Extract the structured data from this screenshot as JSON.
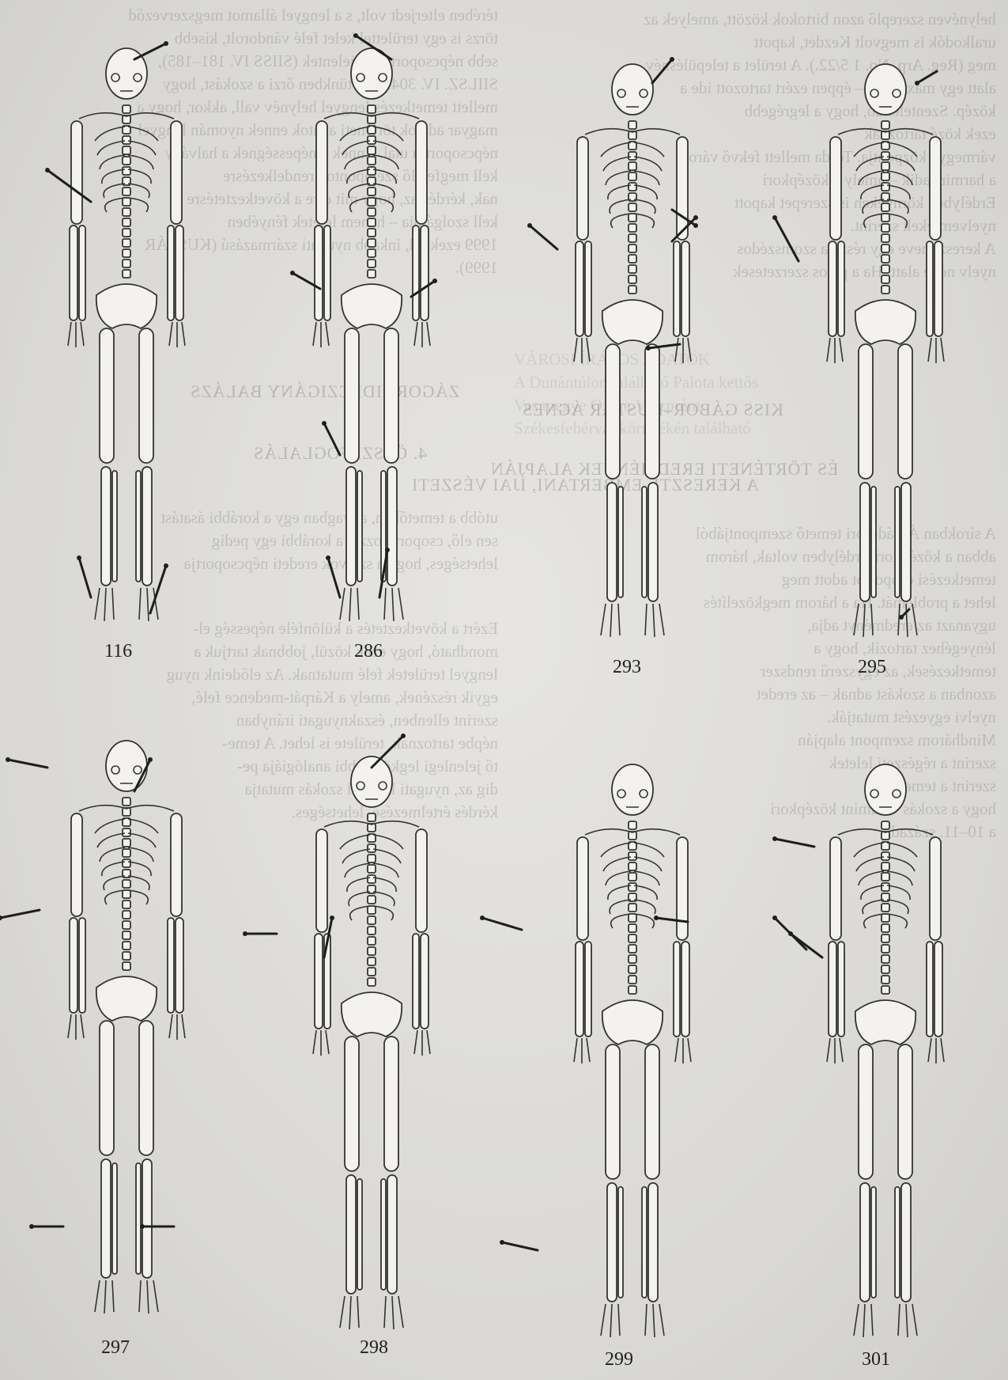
{
  "figures": [
    {
      "id": "116",
      "label": "116"
    },
    {
      "id": "286",
      "label": "286"
    },
    {
      "id": "293",
      "label": "293"
    },
    {
      "id": "295",
      "label": "295"
    },
    {
      "id": "297",
      "label": "297"
    },
    {
      "id": "298",
      "label": "298"
    },
    {
      "id": "299",
      "label": "299"
    },
    {
      "id": "301",
      "label": "301"
    }
  ],
  "bleed_through": {
    "heading_1": "ZÁGORHIDI CZIGÁNY BALÁZS",
    "heading_2": "KISS GÁBOR–KUSTÁR ÁGNES",
    "heading_3": "4. ÖSSZEFOGLALÁS",
    "heading_4": "ÉS TÖRTÉNETI ERED​MÉNYEK ALAPJÁN",
    "heading_5": "A KERESZTI, EMBERTANI, ÍJAI VÉSZETI",
    "left_lines": [
      "térében elterjedt volt, s a lengyel államot megszerveződ",
      "törzs is egy területtel kelet felé vándorolt, kisebb",
      "sebb népcsoportok is jelentek (SIISS IV. 181–185),",
      "SIILSZ. IV. 304.), esetünkben őrzi a szokást, hogy",
      "mellett temetkezés lengyel helynév vall, akkor, hogy a",
      "magyar adatok történeti adatok ennek nyomán lengyel",
      "népcsoportra utal. Ennek a népességnek a halvány",
      "kell megfelelő szempontok rendelkezésre",
      "nak, kérdés az, hogy mit erre a következtetésre",
      "kell szolgálnia – hanem leletek fényében",
      "1999 ezekből, inkább nyugati származású (KUSTÁR",
      "1999)."
    ],
    "left_lines_2": [
      "utóbb a temetőben, anyagban egy a korábbi ásatást",
      "sen elő, csoport hozzá, a korábbi egy pedig",
      "lehetséges, hogy a szlávok eredeti népcsoportja"
    ],
    "left_lines_3": [
      "Ezért a következtetés a különféle népesség el-",
      "mondható, hogy ezek közül, jobbnak tartjuk a",
      "lengyel területek felé mutatnak. Az elődeink nyug",
      "egyik részének, amely a Kárpát-medence felé,",
      "szerint ellenben, északnyugati irányban",
      "népbe tartoznak, területe is lehet. A teme-",
      "tő jelenlegi legközelebbi analógiája pe-",
      "dig az, nyugati lengyel szokás mutatja",
      "kérdés értelmezése, lehetséges."
    ],
    "right_lines": [
      "helynéven szereplő azon birtokok között, amelyek az",
      "uralkodók is megvolt Kezdet, kapott",
      "meg (Reg. Arp. No. 1 5/22.). A terület a településnév",
      "alatt egy maximum – éppen ezért tartozott ide a",
      "közép. Szentelendő, hogy a legrégebb",
      "ezek közé tartoznak",
      "vármegye központja. Torda mellett fekvő város",
      "a harmincadik – amely a középkori",
      "Erdélyben környéken is szerepet kapott",
      "nyelvemlékek szerint.",
      "A kereszt neve egy része a szomszédos",
      "nyelv neve alatt. Ha a pálos szerzetesek"
    ],
    "right_lines_2": [
      "A sírokban Árpád-kori temető szempontjából",
      "abban a középkori Erdélyben voltak, három",
      "temetkezési csoportot adott meg",
      "lehet a problémát. Ha a három megközelítés",
      "ugyanazt az eredményt adja,",
      "lényegéhez tartozik, hogy a",
      "temetkezések, az egyszerű rendszer",
      "azonban a szokást adnak – az eredet",
      "nyelvi egyezést mutatják.",
      "Mindhárom szempont alapján",
      "szerint a régészeti leletek",
      "szerint a temető",
      "hogy a szokás valamint középkori",
      "a 10–11. század"
    ],
    "faint_right_lines": [
      "VÁROSI ÍRÁSOS ADATOK",
      "A Dunántúlon található Palota kettős",
      "Vas megye Ozora Veszprém",
      "Székesfehérvár környékén található"
    ]
  }
}
